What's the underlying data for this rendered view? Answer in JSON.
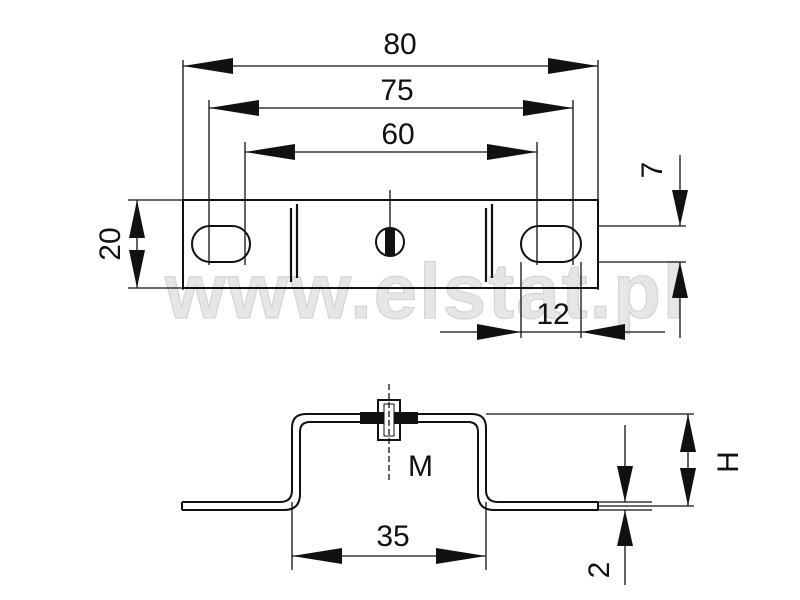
{
  "watermark": "www.elstat.pl",
  "top_view": {
    "dim_overall_length": "80",
    "dim_outer_slot_centers": "75",
    "dim_inner_slot_centers": "60",
    "dim_width": "20",
    "dim_slot_offset": "7",
    "dim_slot_length": "12"
  },
  "side_view": {
    "thread_label": "M",
    "dim_base_width": "35",
    "dim_height": "H",
    "dim_thickness": "2"
  },
  "colors": {
    "line": "#111111",
    "background": "#ffffff",
    "watermark": "#e6e6e6"
  }
}
